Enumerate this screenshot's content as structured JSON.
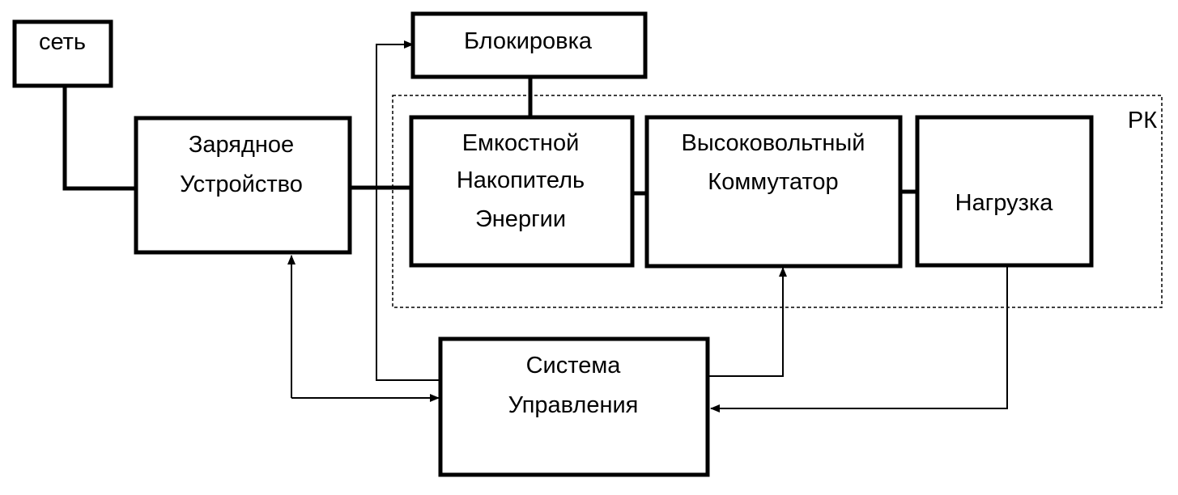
{
  "diagram": {
    "region_label": "РК",
    "blocks": {
      "network": [
        "сеть"
      ],
      "charger": [
        "Зарядное",
        "Устройство"
      ],
      "blocking": [
        "Блокировка"
      ],
      "storage": [
        "Емкостной",
        "Накопитель",
        "Энергии"
      ],
      "switch": [
        "Высоковольтный",
        "Коммутатор"
      ],
      "load": [
        "Нагрузка"
      ],
      "control": [
        "Система",
        "Управления"
      ]
    },
    "colors": {
      "stroke": "#000000",
      "background": "#ffffff"
    }
  }
}
